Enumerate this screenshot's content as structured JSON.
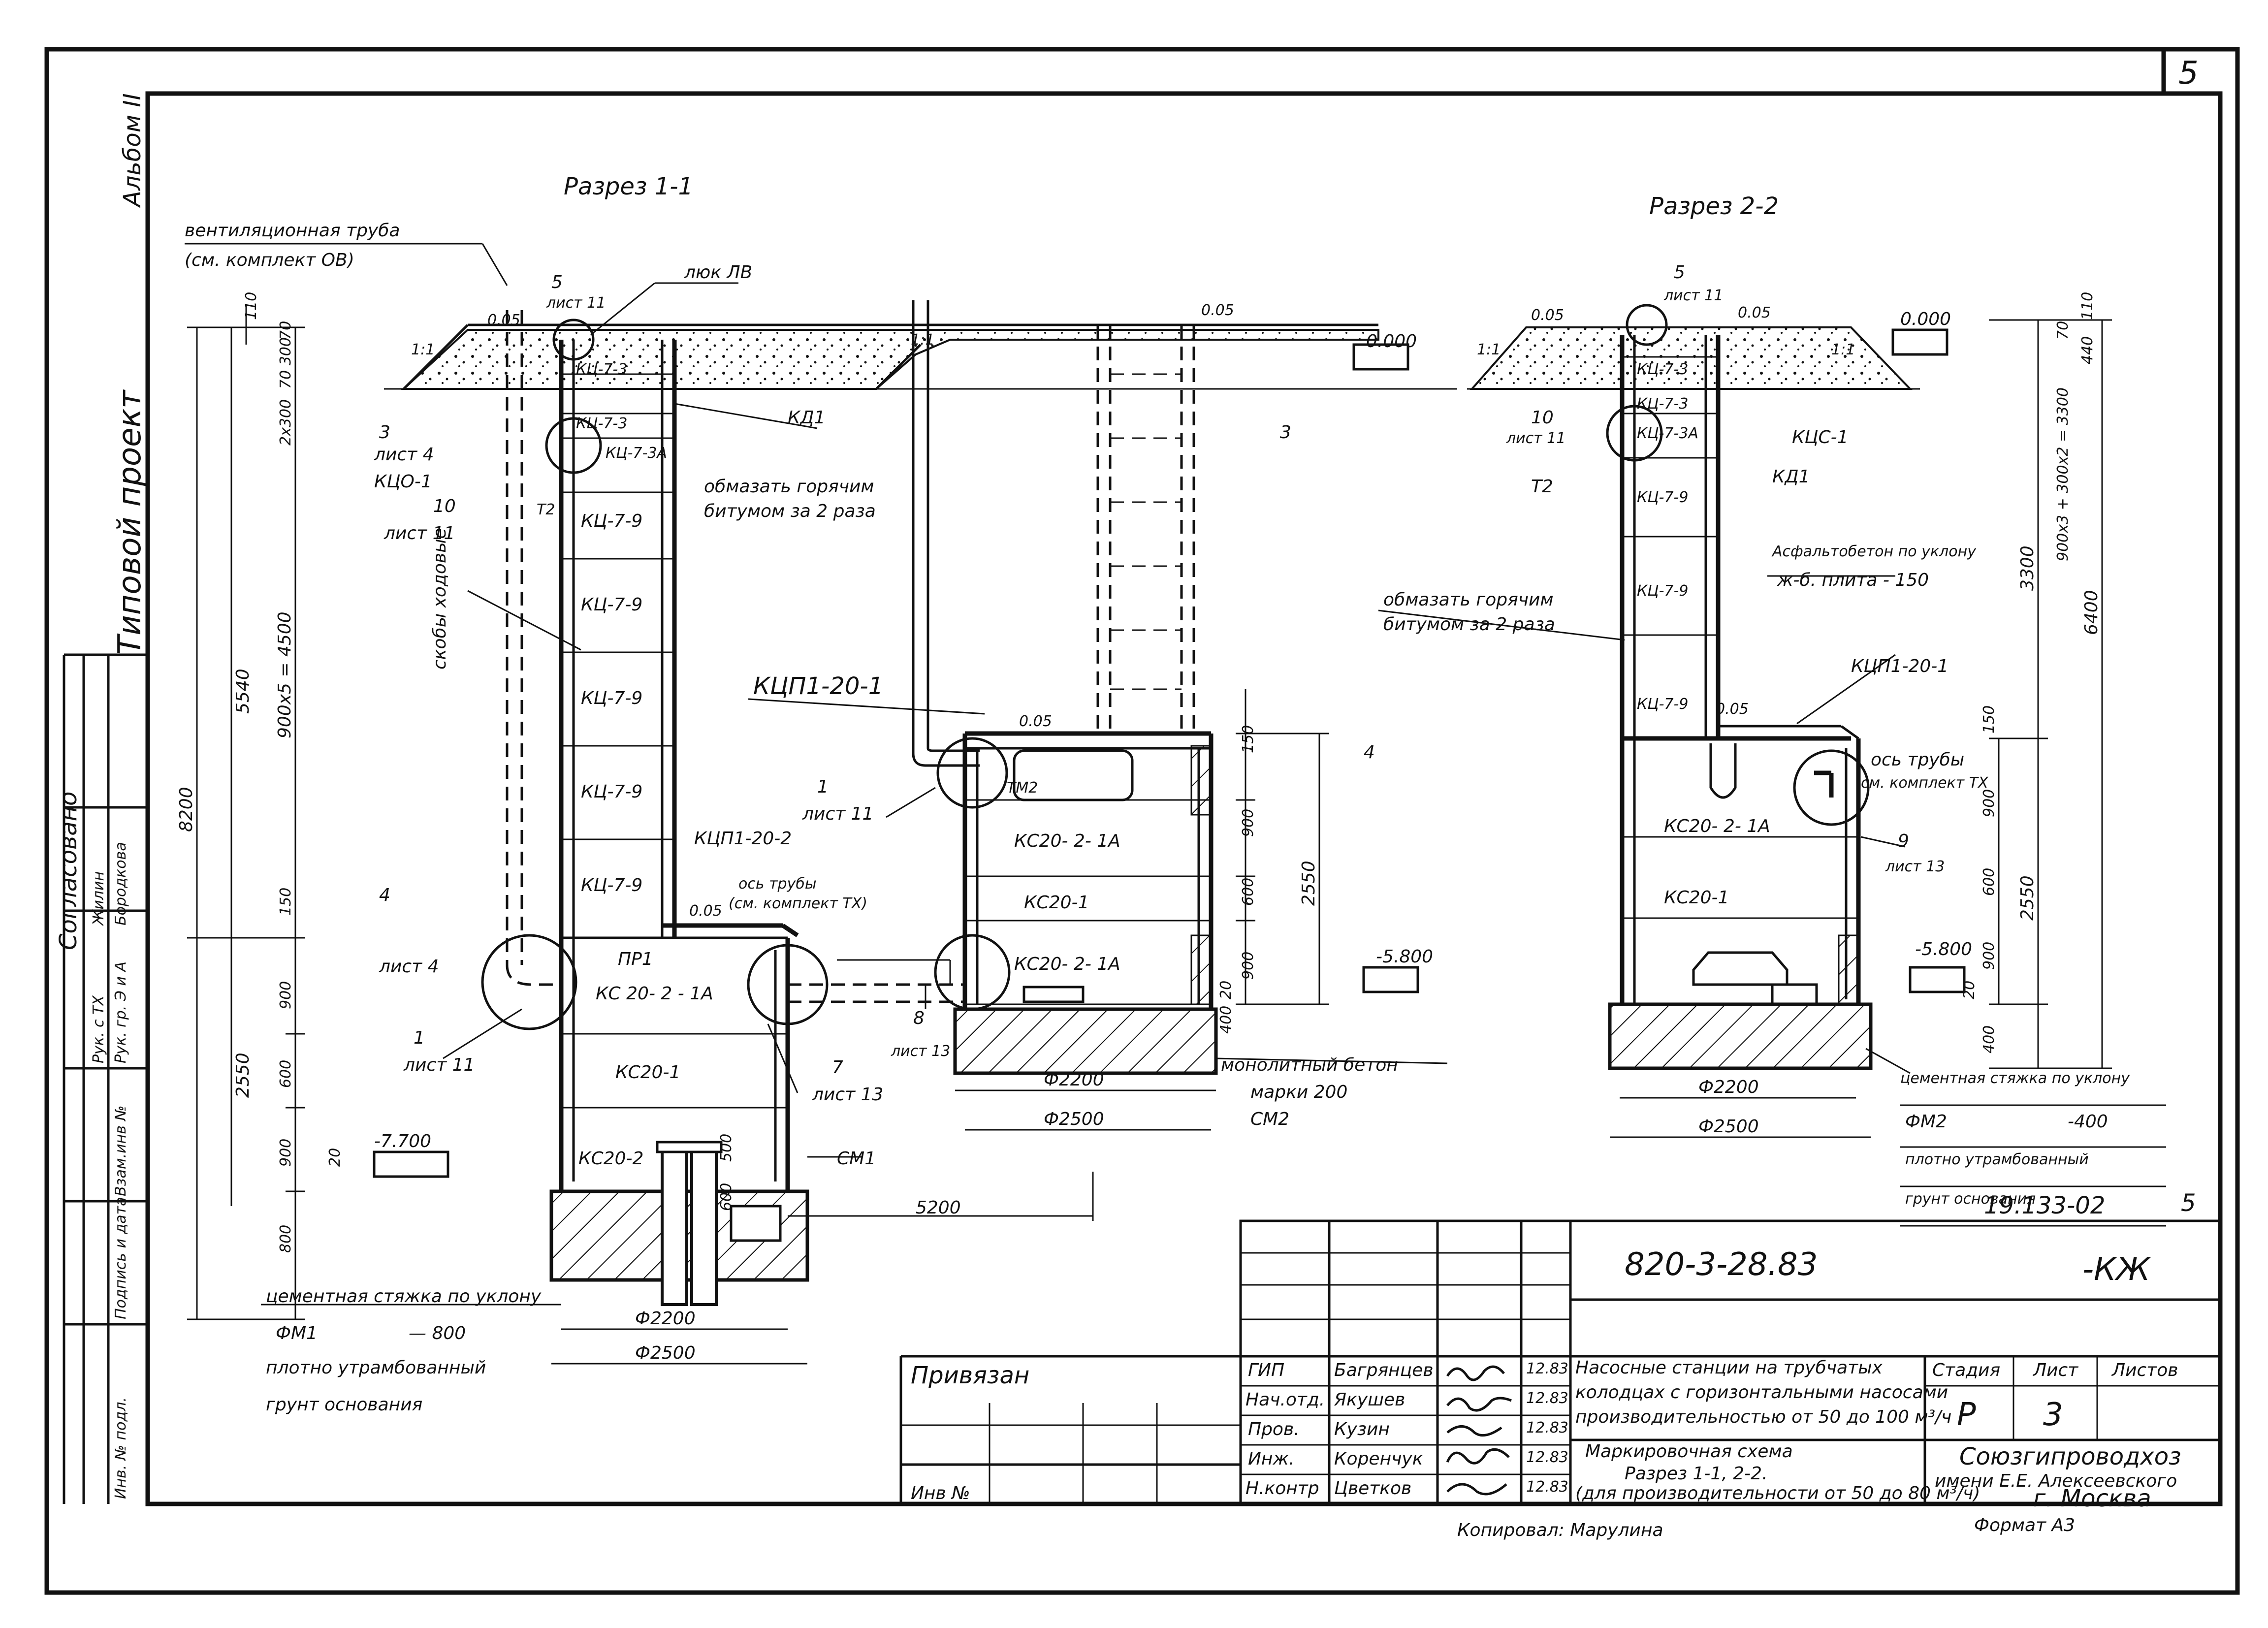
{
  "frame": {
    "sheet_number": "5",
    "album": "Альбом II",
    "project_type": "Типовой проект",
    "approved": "Согласовано",
    "approvers": [
      {
        "role": "Рук. с ТХ",
        "name": "Жилин"
      },
      {
        "role": "Рук. гр. Э и А",
        "name": "Бородкова"
      }
    ],
    "stamps": [
      "Взам.инв №",
      "Подпись и дата",
      "Инв. № подл."
    ]
  },
  "sections": {
    "s1": {
      "title": "Разрез 1-1"
    },
    "s2": {
      "title": "Разрез 2-2"
    }
  },
  "labels": {
    "vent_pipe": "вентиляционная труба",
    "vent_pipe_ref": "(см. комплект ОВ)",
    "hatch": "люк ЛВ",
    "five": "5",
    "sheet11": "лист 11",
    "sheet13": "лист 13",
    "sheet4": "лист 4",
    "kd1": "КД1",
    "kc_7_3": "КЦ-7-3",
    "kc_7_3a": "КЦ-7-3А",
    "kc_7_9": "КЦ-7-9",
    "kc20_2_1a_spaced": "КС 20- 2 - 1А",
    "kc20_2_1a": "КС20- 2- 1А",
    "kc20_1": "КС20-1",
    "kc20_2": "КС20-2",
    "pr1": "ПР1",
    "t2": "Т2",
    "tm2": "ТМ2",
    "three": "3",
    "four": "4",
    "one": "1",
    "seven": "7",
    "eight": "8",
    "nine": "9",
    "ten": "10",
    "kyo1": "КЦО-1",
    "kyc1": "КЦС-1",
    "ladder_brackets": "скобы ходовые",
    "bitumen_1": "обмазать горячим",
    "bitumen_2": "битумом за 2 раза",
    "kcp1_20_1": "КЦП1-20-1",
    "kcp1_20_2": "КЦП1-20-2",
    "pipe_axis": "ось трубы",
    "pipe_axis_ref": "(см. комплект ТХ)",
    "pipe_axis_ref_short": "см. комплект ТХ",
    "slope": "0.05",
    "ratio_1_1": "1:1",
    "cm1": "СМ1",
    "cm2": "СМ2",
    "elev_7700": "-7.700",
    "elev_5800": "-5.800",
    "elev_0000": "0.000",
    "dim_5200": "5200",
    "d2200": "Ф2200",
    "d2500": "Ф2500",
    "screed": "цементная стяжка по уклону",
    "fm1": "ФМ1",
    "fm1_val": "— 800",
    "fm2": "ФМ2",
    "fm2_val": "-400",
    "compacted": "плотно утрамбованный",
    "subgrade": "грунт основания",
    "monolith": "монолитный бетон",
    "grade": "марки 200",
    "asphalt": "Асфальтобетон по уклону",
    "rc_slab": "ж-б. плита - 150",
    "ref_number": "19.133-02"
  },
  "dims": {
    "d8200": "8200",
    "d5540": "5540",
    "d900x5": "900x5 = 4500",
    "d2550": "2550",
    "d150": "150",
    "d900": "900",
    "d600": "600",
    "d800": "800",
    "d110": "110",
    "d70": "70",
    "d70x300": "70 300",
    "d2x300": "2x300",
    "d20": "20",
    "d500": "500",
    "d400": "400",
    "d6400": "6400",
    "d3300": "3300",
    "d900x3": "900x3 + 300x2 = 3300",
    "d440": "440"
  },
  "title_block": {
    "code": "820-3-28.83",
    "mark": "-КЖ",
    "linked": "Привязан",
    "inv_no": "Инв №",
    "staff": [
      {
        "role": "ГИП",
        "name": "Багрянцев"
      },
      {
        "role": "Нач.отд.",
        "name": "Якушев"
      },
      {
        "role": "Пров.",
        "name": "Кузин"
      },
      {
        "role": "Инж.",
        "name": "Коренчук"
      },
      {
        "role": "Н.контр",
        "name": "Цветков"
      }
    ],
    "dates": [
      "12.83",
      "12.83",
      "12.83",
      "12.83",
      "12.83"
    ],
    "project": [
      "Насосные станции на трубчатых",
      "колодцах с горизонтальными насосами",
      "производительностью от 50 до 100 м³/ч"
    ],
    "sheet_title": [
      "Маркировочная схема",
      "Разрез 1-1, 2-2.",
      "(для производительности от 50 до 80 м³/ч)"
    ],
    "stage_header": "Стадия",
    "sheet_header": "Лист",
    "sheets_header": "Листов",
    "stage": "Р",
    "sheet": "3",
    "org": [
      "Союзгипроводхоз",
      "имени Е.Е. Алексеевского",
      "г. Москва"
    ],
    "copied": "Копировал: Марулина",
    "format": "Формат А3"
  }
}
